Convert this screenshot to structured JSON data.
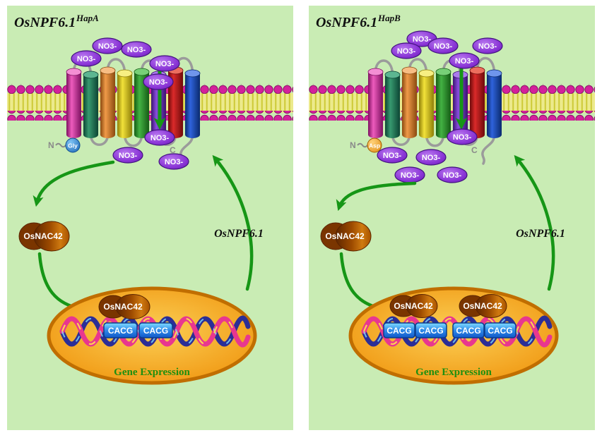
{
  "shared": {
    "no3_label": "NO3-",
    "colors": {
      "panel_bg": "#c9ecb4",
      "arrow_green": "#169616",
      "no3_purple": "#7a2bc9",
      "membrane_head_pink": "#d4219b",
      "nucleus_orange": "#f2a01c",
      "cacg_blue": "#1668d8",
      "nac_brown": "#9c4a00"
    }
  },
  "panels": [
    {
      "title_base": "OsNPF6.1",
      "title_sup": "HapA",
      "n_terminus_label": "N",
      "n_terminus_residue": "Gly",
      "c_terminus_label": "C",
      "tf_label": "OsNAC42",
      "nucleus_tf_1": "OsNAC42",
      "cacg_1": "CACG",
      "cacg_2": "CACG",
      "gene_expression_label": "Gene Expression",
      "protein_feedback_label": "OsNPF6.1"
    },
    {
      "title_base": "OsNPF6.1",
      "title_sup": "HapB",
      "n_terminus_label": "N",
      "n_terminus_residue": "Asp",
      "c_terminus_label": "C",
      "tf_label": "OsNAC42",
      "nucleus_tf_1": "OsNAC42",
      "nucleus_tf_2": "OsNAC42",
      "cacg_1": "CACG",
      "cacg_2": "CACG",
      "cacg_3": "CACG",
      "cacg_4": "CACG",
      "gene_expression_label": "Gene Expression",
      "protein_feedback_label": "OsNPF6.1"
    }
  ]
}
